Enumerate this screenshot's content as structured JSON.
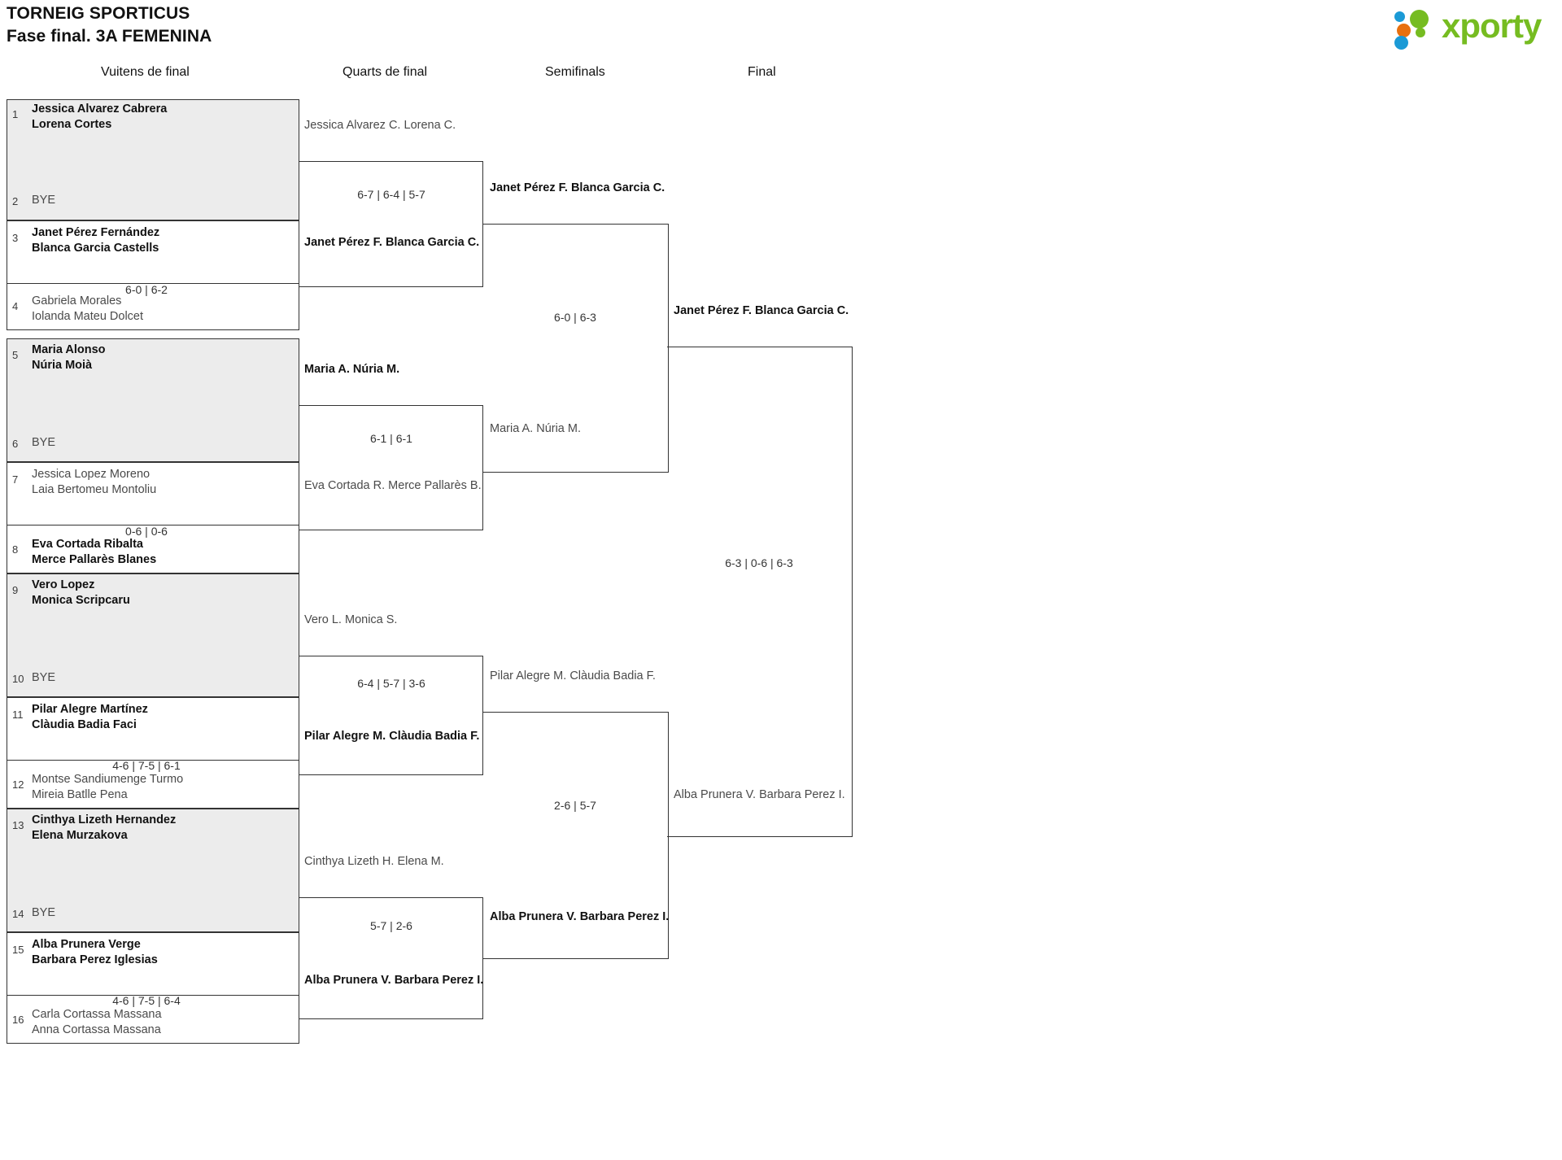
{
  "header": {
    "tournament": "TORNEIG SPORTICUS",
    "phase": "Fase final. 3A FEMENINA",
    "logo_text": "xporty",
    "logo_colors": {
      "blue": "#1b9ad6",
      "orange": "#e8700f",
      "green": "#76bc21"
    }
  },
  "rounds": [
    {
      "key": "r16",
      "label": "Vuitens de final"
    },
    {
      "key": "qf",
      "label": "Quarts de final"
    },
    {
      "key": "sf",
      "label": "Semifinals"
    },
    {
      "key": "final",
      "label": "Final"
    }
  ],
  "round_of_16": [
    {
      "seed": "1",
      "p1": "Jessica Alvarez Cabrera",
      "p2": "Lorena Cortes",
      "result": "winner"
    },
    {
      "seed": "2",
      "p1": "BYE",
      "p2": "",
      "result": "bye"
    },
    {
      "seed": "3",
      "p1": "Janet Pérez Fernández",
      "p2": "Blanca Garcia Castells",
      "result": "winner"
    },
    {
      "seed": "4",
      "p1": "Gabriela Morales",
      "p2": "Iolanda Mateu Dolcet",
      "result": "loser"
    },
    {
      "seed": "5",
      "p1": "Maria Alonso",
      "p2": "Núria Moià",
      "result": "winner"
    },
    {
      "seed": "6",
      "p1": "BYE",
      "p2": "",
      "result": "bye"
    },
    {
      "seed": "7",
      "p1": "Jessica Lopez Moreno",
      "p2": "Laia Bertomeu Montoliu",
      "result": "loser"
    },
    {
      "seed": "8",
      "p1": "Eva Cortada Ribalta",
      "p2": "Merce Pallarès Blanes",
      "result": "winner"
    },
    {
      "seed": "9",
      "p1": "Vero Lopez",
      "p2": "Monica Scripcaru",
      "result": "winner"
    },
    {
      "seed": "10",
      "p1": "BYE",
      "p2": "",
      "result": "bye"
    },
    {
      "seed": "11",
      "p1": "Pilar Alegre Martínez",
      "p2": "Clàudia Badia Faci",
      "result": "winner"
    },
    {
      "seed": "12",
      "p1": "Montse Sandiumenge Turmo",
      "p2": "Mireia Batlle Pena",
      "result": "loser"
    },
    {
      "seed": "13",
      "p1": "Cinthya Lizeth Hernandez",
      "p2": "Elena Murzakova",
      "result": "winner"
    },
    {
      "seed": "14",
      "p1": "BYE",
      "p2": "",
      "result": "bye"
    },
    {
      "seed": "15",
      "p1": "Alba Prunera Verge",
      "p2": "Barbara Perez Iglesias",
      "result": "winner"
    },
    {
      "seed": "16",
      "p1": "Carla Cortassa Massana",
      "p2": "Anna Cortassa Massana",
      "result": "loser"
    }
  ],
  "round_of_16_scores": [
    {
      "match": 2,
      "score": "6-0 | 6-2"
    },
    {
      "match": 4,
      "score": "0-6 | 0-6"
    },
    {
      "match": 6,
      "score": "4-6 | 7-5 | 6-1"
    },
    {
      "match": 8,
      "score": "4-6 | 7-5 | 6-4"
    }
  ],
  "quarterfinals": [
    {
      "top": {
        "p1": "Jessica Alvarez C.",
        "p2": "Lorena C.",
        "result": "loser"
      },
      "score": "6-7 | 6-4 | 5-7",
      "bottom": {
        "p1": "Janet Pérez F.",
        "p2": "Blanca Garcia C.",
        "result": "winner"
      }
    },
    {
      "top": {
        "p1": "Maria A.",
        "p2": "Núria M.",
        "result": "winner"
      },
      "score": "6-1 | 6-1",
      "bottom": {
        "p1": "Eva Cortada R.",
        "p2": "Merce Pallarès B.",
        "result": "loser"
      }
    },
    {
      "top": {
        "p1": "Vero L.",
        "p2": "Monica S.",
        "result": "loser"
      },
      "score": "6-4 | 5-7 | 3-6",
      "bottom": {
        "p1": "Pilar Alegre M.",
        "p2": "Clàudia Badia F.",
        "result": "winner"
      }
    },
    {
      "top": {
        "p1": "Cinthya Lizeth H.",
        "p2": "Elena M.",
        "result": "loser"
      },
      "score": "5-7 | 2-6",
      "bottom": {
        "p1": "Alba Prunera V.",
        "p2": "Barbara Perez I.",
        "result": "winner"
      }
    }
  ],
  "semifinals": [
    {
      "top": {
        "p1": "Janet Pérez F.",
        "p2": "Blanca Garcia C.",
        "result": "winner"
      },
      "score": "6-0 | 6-3",
      "bottom": {
        "p1": "Maria A.",
        "p2": "Núria M.",
        "result": "loser"
      }
    },
    {
      "top": {
        "p1": "Pilar Alegre M.",
        "p2": "Clàudia Badia F.",
        "result": "loser"
      },
      "score": "2-6 | 5-7",
      "bottom": {
        "p1": "Alba Prunera V.",
        "p2": "Barbara Perez I.",
        "result": "winner"
      }
    }
  ],
  "final": {
    "top": {
      "p1": "Janet Pérez F.",
      "p2": "Blanca Garcia C.",
      "result": "winner"
    },
    "score": "6-3 | 0-6 | 6-3",
    "bottom": {
      "p1": "Alba Prunera V.",
      "p2": "Barbara Perez I.",
      "result": "loser"
    }
  }
}
